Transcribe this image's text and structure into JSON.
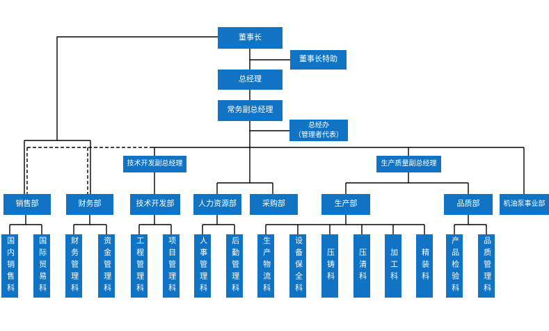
{
  "diagram": {
    "type": "org-chart",
    "colors": {
      "box": "#1173C4",
      "box_text": "#FFFFFF",
      "line": "#000000",
      "background": "#FFFFFF"
    },
    "executives": {
      "chairman": "董事长",
      "chairman_assistant": "董事长特助",
      "general_manager": "总经理",
      "executive_deputy_gm": "常务副总经理",
      "gm_office_line1": "总经办",
      "gm_office_line2": "（管理者代表）",
      "tech_dev_deputy_gm": "技术开发副总经理",
      "production_quality_deputy_gm": "生产质量副总经理"
    },
    "departments": [
      {
        "label": "销售部"
      },
      {
        "label": "财务部"
      },
      {
        "label": "技术开发部"
      },
      {
        "label": "人力资源部"
      },
      {
        "label": "采购部"
      },
      {
        "label": "生产部"
      },
      {
        "label": "品质部"
      },
      {
        "label": "机油泵事业部"
      }
    ],
    "sections": [
      {
        "label": "国内销售科",
        "parent": "销售部"
      },
      {
        "label": "国际贸易科",
        "parent": "销售部"
      },
      {
        "label": "财务管理科",
        "parent": "财务部"
      },
      {
        "label": "资金管理科",
        "parent": "财务部"
      },
      {
        "label": "工程管理科",
        "parent": "技术开发部"
      },
      {
        "label": "项目管理科",
        "parent": "技术开发部"
      },
      {
        "label": "人事管理科",
        "parent": "人力资源部"
      },
      {
        "label": "后勤管理科",
        "parent": "人力资源部"
      },
      {
        "label": "生产物流科",
        "parent": "生产部"
      },
      {
        "label": "设备保全科",
        "parent": "生产部"
      },
      {
        "label": "压铸科",
        "parent": "生产部"
      },
      {
        "label": "压清科",
        "parent": "生产部"
      },
      {
        "label": "加工科",
        "parent": "生产部"
      },
      {
        "label": "精装科",
        "parent": "生产部"
      },
      {
        "label": "产品检验科",
        "parent": "品质部"
      },
      {
        "label": "品质管理科",
        "parent": "品质部"
      }
    ]
  }
}
